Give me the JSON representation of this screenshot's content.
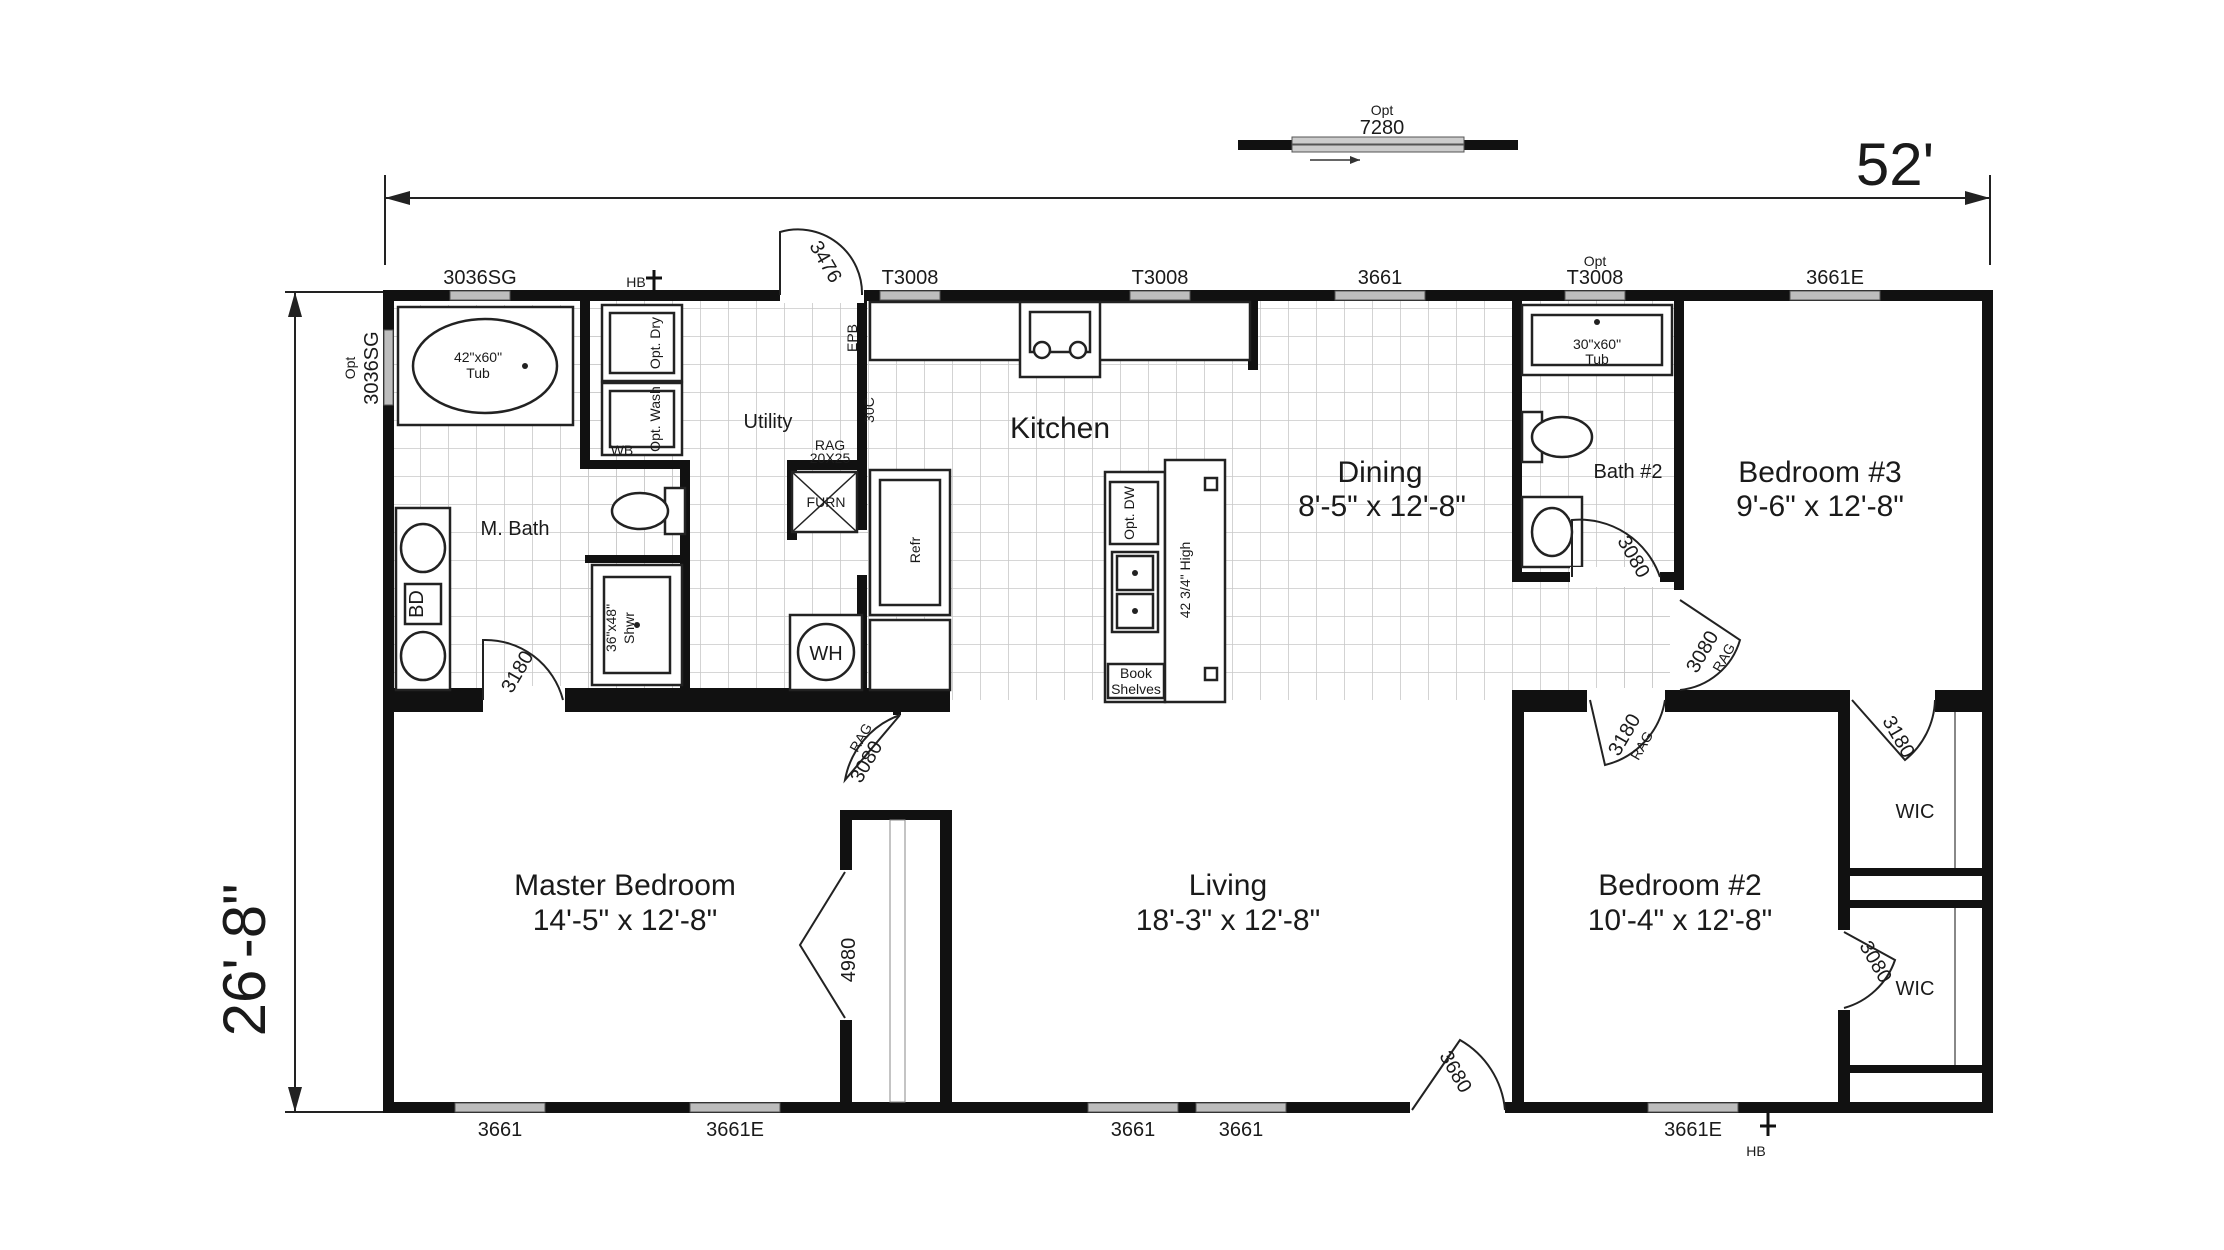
{
  "plan": {
    "overall_width": "52'",
    "overall_depth": "26'-8\"",
    "rooms": {
      "kitchen": "Kitchen",
      "dining": "Dining",
      "dining_size": "8'-5\" x 12'-8\"",
      "utility": "Utility",
      "master_bath": "M. Bath",
      "bath2": "Bath #2",
      "bedroom3": "Bedroom #3",
      "bedroom3_size": "9'-6\" x 12'-8\"",
      "master_bedroom": "Master Bedroom",
      "master_bedroom_size": "14'-5\" x 12'-8\"",
      "living": "Living",
      "living_size": "18'-3\" x 12'-8\"",
      "bedroom2": "Bedroom #2",
      "bedroom2_size": "10'-4\" x 12'-8\"",
      "wic_1": "WIC",
      "wic_2": "WIC"
    },
    "fixtures": {
      "tub_master": "42\"x60\"",
      "tub_master_sub": "Tub",
      "tub_bath2": "30\"x60\"",
      "tub_bath2_sub": "Tub",
      "shower": "36\"x48\"",
      "shower_sub": "Shwr",
      "opt_dry": "Opt. Dry",
      "opt_wash": "Opt. Wash",
      "wb": "WB",
      "epb": "EPB",
      "furn": "FURN",
      "rag_furn": "RAG",
      "rag_furn_size": "20X25",
      "wh": "WH",
      "refr": "Refr",
      "opt_dw": "Opt. DW",
      "bar_high": "42 3/4\" High",
      "book_shelves_1": "Book",
      "book_shelves_2": "Shelves",
      "bd": "BD",
      "hb_top": "HB",
      "hb_bottom": "HB",
      "door_2_6": "3476"
    },
    "windows": {
      "top_3036sg": "3036SG",
      "left_opt": "Opt",
      "left_3036sg": "3036SG",
      "t3008_a": "T3008",
      "t3008_b": "T3008",
      "top_3661": "3661",
      "opt_top": "Opt",
      "t3008_c": "T3008",
      "top_3661e": "3661E",
      "bottom_3661_a": "3661",
      "bottom_3661e_a": "3661E",
      "bottom_3661_b": "3661",
      "bottom_3661_c": "3661",
      "bottom_3661e_b": "3661E",
      "opt_7280_label": "Opt",
      "opt_7280": "7280"
    },
    "doors": {
      "d3180_mb": "3180",
      "d3080_mbr": "3080",
      "rag_mbr": "RAG",
      "d4980": "4980",
      "d3680": "3680",
      "d3080_b2": "3080",
      "d3080_b3": "3080",
      "rag_b3": "RAG",
      "d3180_b2": "3180",
      "rag_b2": "RAG",
      "d3180_wic": "3180",
      "d3080_wic": "3080",
      "d30c": "30C"
    }
  }
}
